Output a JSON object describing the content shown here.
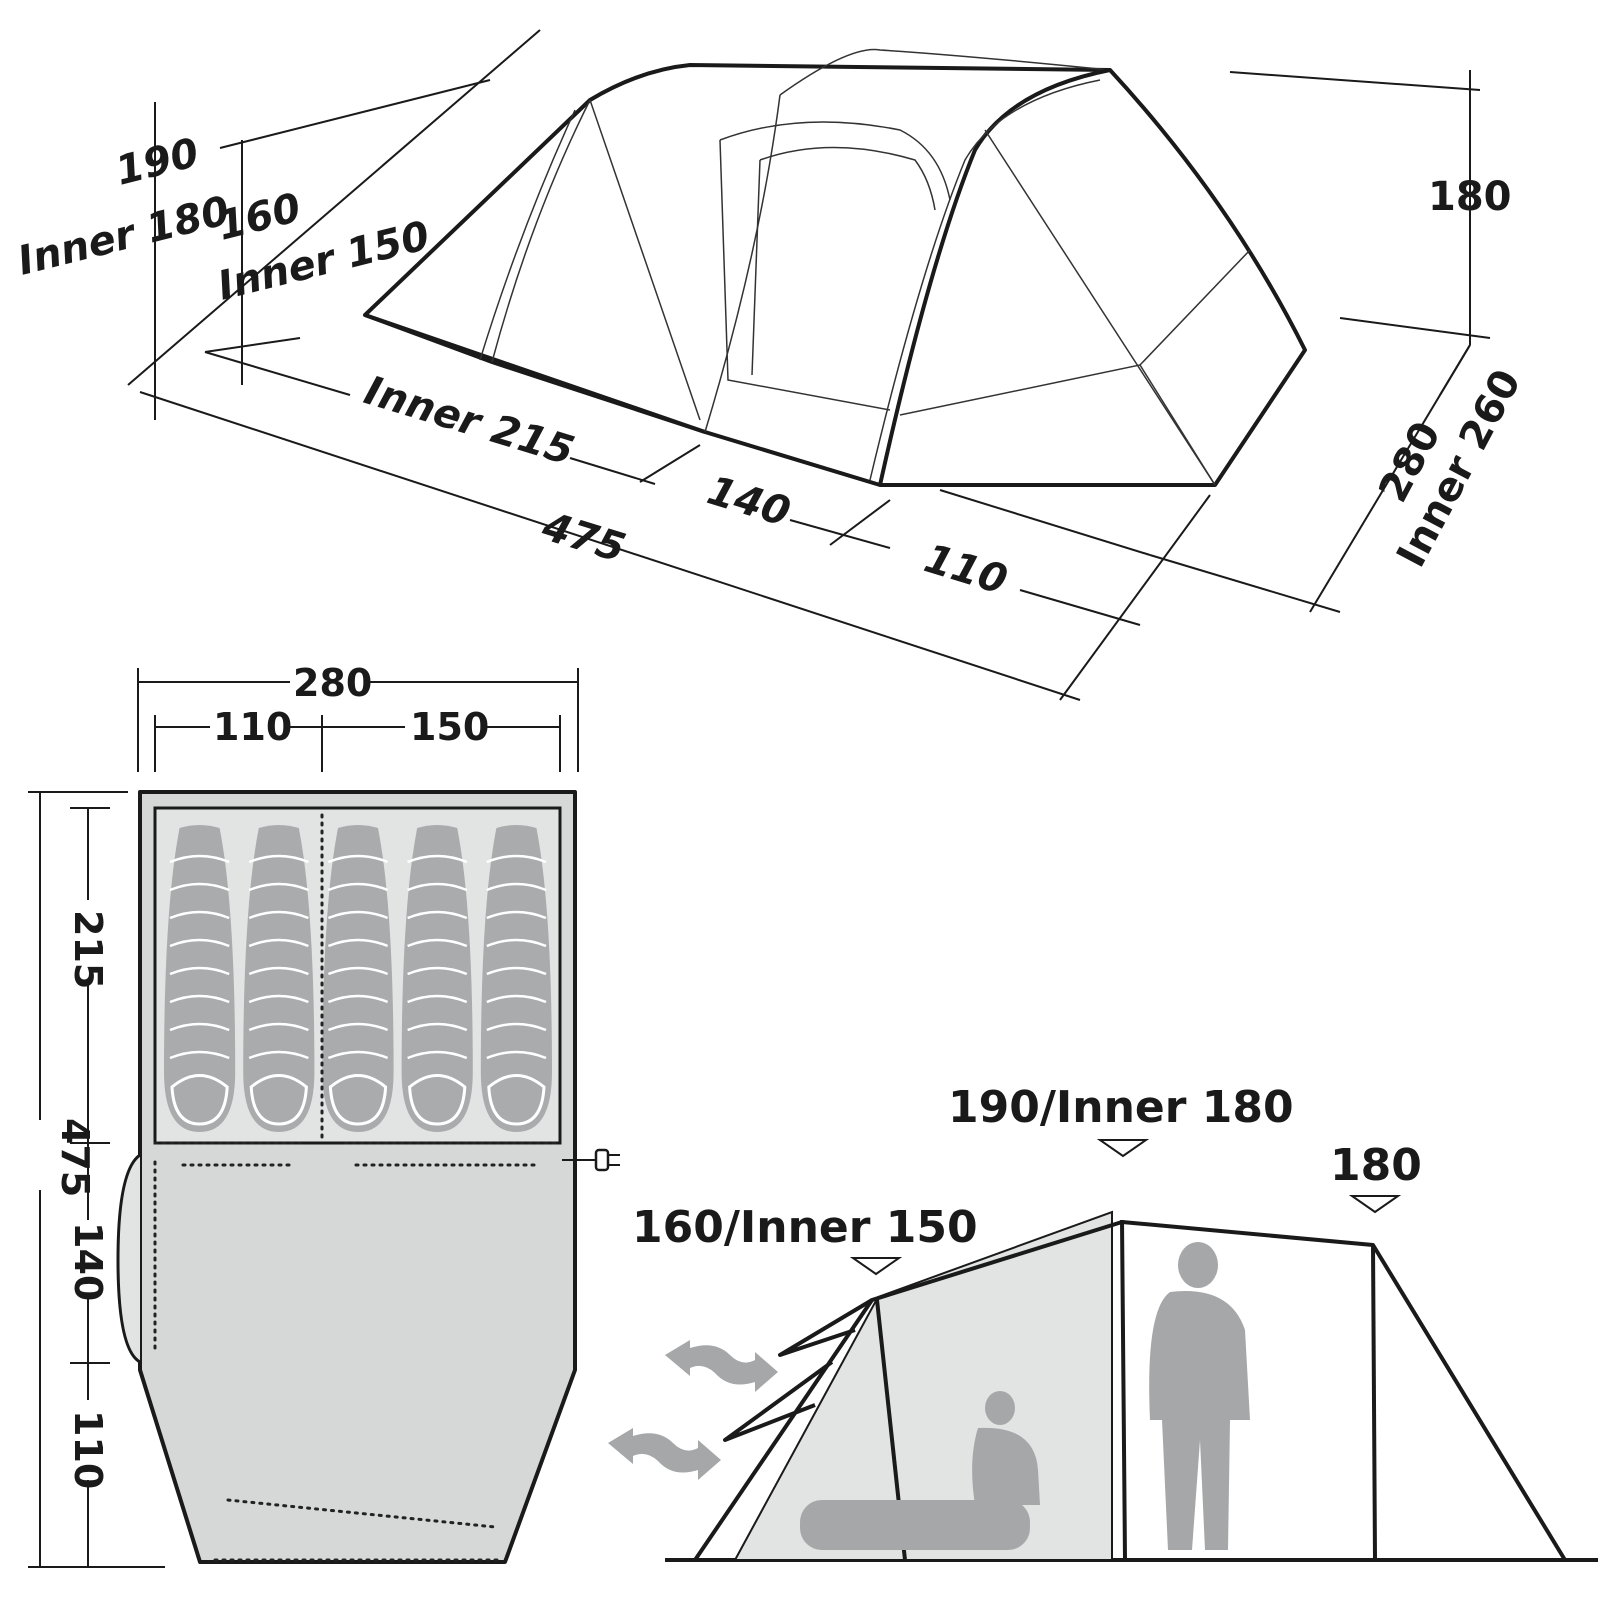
{
  "iso_view": {
    "height_left_outer": "190",
    "height_left_inner": "Inner 180",
    "height_mid_outer": "160",
    "height_mid_inner": "Inner 150",
    "height_right": "180",
    "length_inner_bedroom": "Inner 215",
    "length_living": "140",
    "length_porch": "110",
    "length_total": "475",
    "width_outer": "280",
    "width_inner": "Inner 260"
  },
  "floor_plan": {
    "width_total": "280",
    "width_left": "110",
    "width_right": "150",
    "length_total": "475",
    "length_bedroom": "215",
    "length_living": "140",
    "length_porch": "110",
    "sleeping_bags": 5
  },
  "side_view": {
    "peak_label": "190/Inner 180",
    "front_label": "160/Inner 150",
    "rear_label": "180"
  },
  "colors": {
    "floor": "#d6d8d8",
    "inner": "#e2e4e4",
    "bag": "#a9abad",
    "figure": "#a5a7a9",
    "line": "#1a1a1a"
  }
}
